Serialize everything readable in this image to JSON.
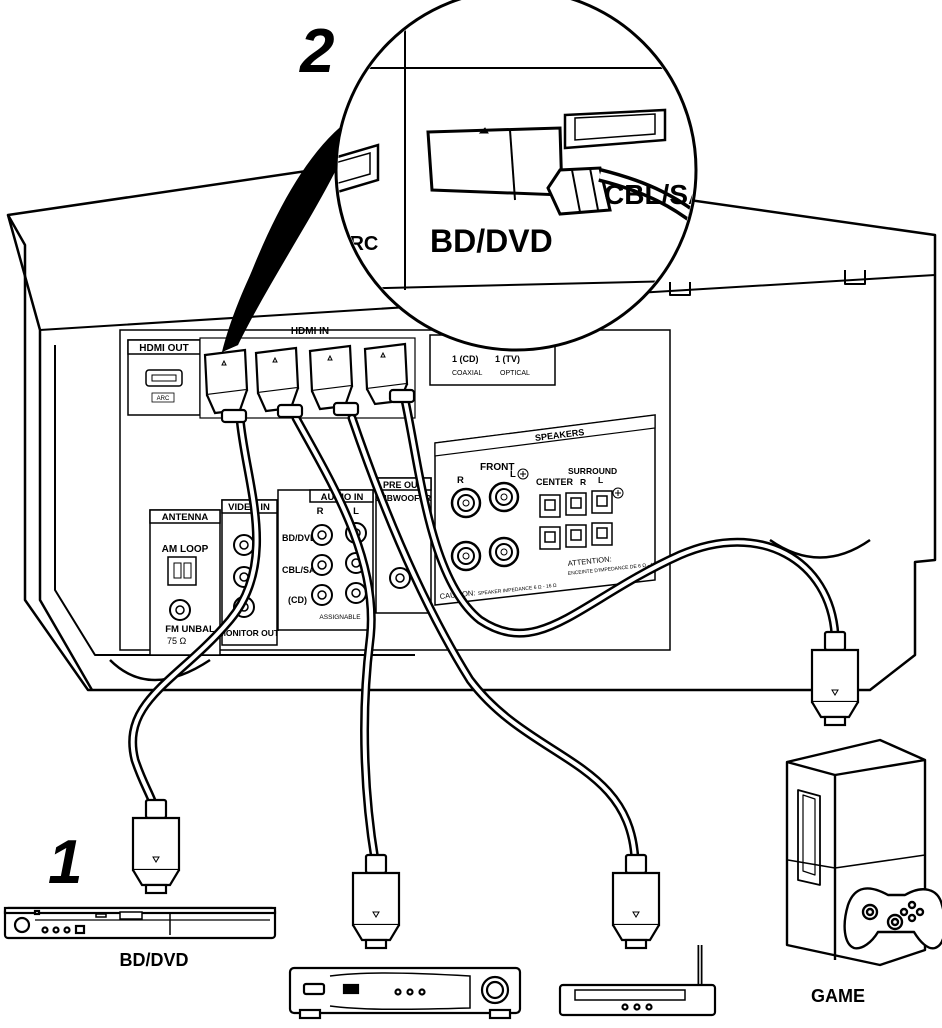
{
  "steps": {
    "step1": "1",
    "step2": "2"
  },
  "receiver": {
    "hdmi_out": "HDMI OUT",
    "arc": "ARC",
    "hdmi_in": "HDMI IN",
    "antenna": "ANTENNA",
    "am_loop": "AM LOOP",
    "fm_unbal": "FM UNBAL",
    "ohms": "75 Ω",
    "video_in": "VIDEO IN",
    "audio_in": "AUDIO IN",
    "audio_rows": [
      "BD/DVD",
      "CBL/SAT",
      "(CD)"
    ],
    "audio_r": "R",
    "audio_l": "L",
    "monitor_out": "MONITOR OUT",
    "assignable": "ASSIGNABLE",
    "pre_out": "PRE OUT",
    "subwoofer": "SUBWOOFER",
    "coaxial_cd": "1 (CD)",
    "optical_tv": "1 (TV)",
    "coaxial": "COAXIAL",
    "optical": "OPTICAL",
    "speakers": "SPEAKERS",
    "front": "FRONT",
    "front_r": "R",
    "front_l": "L",
    "center": "CENTER",
    "surround": "SURROUND",
    "surround_r": "R",
    "surround_l": "L",
    "caution": "CAUTION:",
    "caution_note": "SPEAKER IMPEDANCE 6 Ω - 16 Ω",
    "attention": "ATTENTION:",
    "attention_note": "ENCEINTE D'IMPEDANCE DE 6 Ω - 16 Ω"
  },
  "zoom": {
    "port_label": "BD/DVD",
    "next_label": "CBL/SAT",
    "arc": "ARC"
  },
  "devices": {
    "bd_dvd": "BD/DVD",
    "game": "GAME"
  }
}
